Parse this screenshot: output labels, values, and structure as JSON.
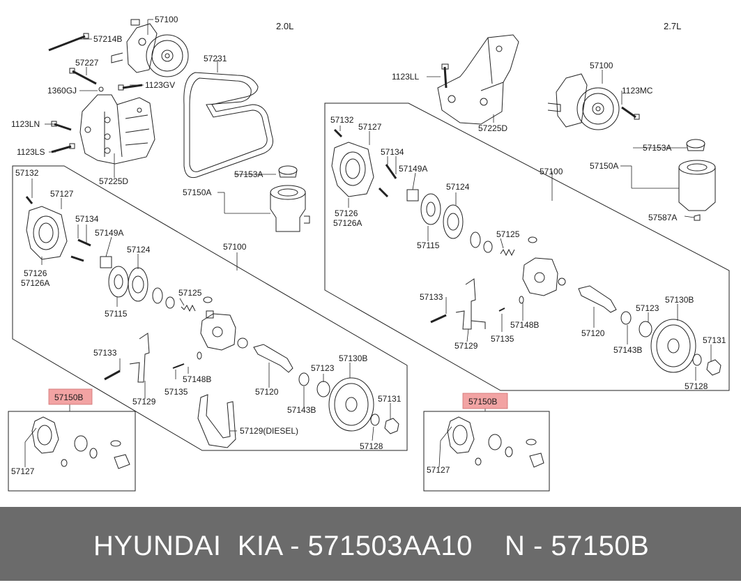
{
  "variants": {
    "left": "2.0L",
    "right": "2.7L"
  },
  "labels_20": {
    "p57100": "57100",
    "p57214B": "57214B",
    "p57227": "57227",
    "p1360GJ": "1360GJ",
    "p1123GV": "1123GV",
    "p1123LN": "1123LN",
    "p1123LS": "1123LS",
    "p57225D": "57225D",
    "p57231": "57231",
    "p57153A": "57153A",
    "p57150A": "57150A",
    "p57132": "57132",
    "p57127": "57127",
    "p57134": "57134",
    "p57149A": "57149A",
    "p57124": "57124",
    "p57126": "57126",
    "p57126A": "57126A",
    "p57115": "57115",
    "p57125": "57125",
    "p57100b": "57100",
    "p57133": "57133",
    "p57148B": "57148B",
    "p57135": "57135",
    "p57129": "57129",
    "p57120": "57120",
    "p57123": "57123",
    "p57130B": "57130B",
    "p57143B": "57143B",
    "p57131": "57131",
    "p57128": "57128",
    "p57129D": "57129(DIESEL)"
  },
  "labels_27": {
    "p1123LL": "1123LL",
    "p57225D": "57225D",
    "p57100": "57100",
    "p1123MC": "1123MC",
    "p57153A": "57153A",
    "p57150A": "57150A",
    "p57587A": "57587A",
    "p57132": "57132",
    "p57127": "57127",
    "p57134": "57134",
    "p57149A": "57149A",
    "p57124": "57124",
    "p57126": "57126",
    "p57126A": "57126A",
    "p57115": "57115",
    "p57100b": "57100",
    "p57125": "57125",
    "p57133": "57133",
    "p57148B": "57148B",
    "p57135": "57135",
    "p57129": "57129",
    "p57120": "57120",
    "p57123": "57123",
    "p57130B": "57130B",
    "p57143B": "57143B",
    "p57131": "57131",
    "p57128": "57128"
  },
  "kits": {
    "left": {
      "title": "57150B",
      "item": "57127"
    },
    "right": {
      "title": "57150B",
      "item": "57127"
    }
  },
  "highlight_color": "#f2a3a3",
  "footer": {
    "brand": "HYUNDAI  KIA - 571503AA10",
    "ref": "N - 57150B",
    "background": "#6b6b6b"
  }
}
